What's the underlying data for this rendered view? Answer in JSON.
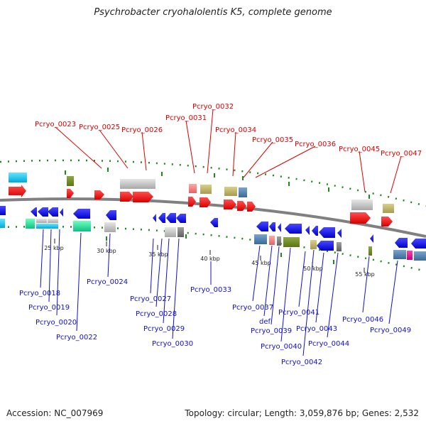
{
  "header": {
    "title": "Psychrobacter cryohalolentis K5, complete genome"
  },
  "footer": {
    "accession": "Accession: NC_007969",
    "summary": "Topology: circular; Length: 3,059,876 bp; Genes: 2,532"
  },
  "ticks": [
    "25 kbp",
    "30 kbp",
    "35 kbp",
    "40 kbp",
    "45 kbp",
    "50 kbp",
    "55 kbp"
  ],
  "labels_top": [
    "Pcryo_0023",
    "Pcryo_0025",
    "Pcryo_0026",
    "Pcryo_0031",
    "Pcryo_0032",
    "Pcryo_0034",
    "Pcryo_0035",
    "Pcryo_0036",
    "Pcryo_0045",
    "Pcryo_0047"
  ],
  "labels_bottom": [
    "Pcryo_0018",
    "Pcryo_0019",
    "Pcryo_0020",
    "Pcryo_0022",
    "Pcryo_0024",
    "Pcryo_0027",
    "Pcryo_0028",
    "Pcryo_0029",
    "Pcryo_0030",
    "Pcryo_0033",
    "Pcryo_0037",
    "def",
    "Pcryo_0039",
    "Pcryo_0040",
    "Pcryo_0041",
    "Pcryo_0042",
    "Pcryo_0043",
    "Pcryo_0044",
    "Pcryo_0046",
    "Pcryo_0049"
  ],
  "colors": {
    "forward": "#ee0000",
    "reverse": "#0000ee",
    "backbone": "#808080",
    "gc_marks": "#1a8a1a"
  }
}
